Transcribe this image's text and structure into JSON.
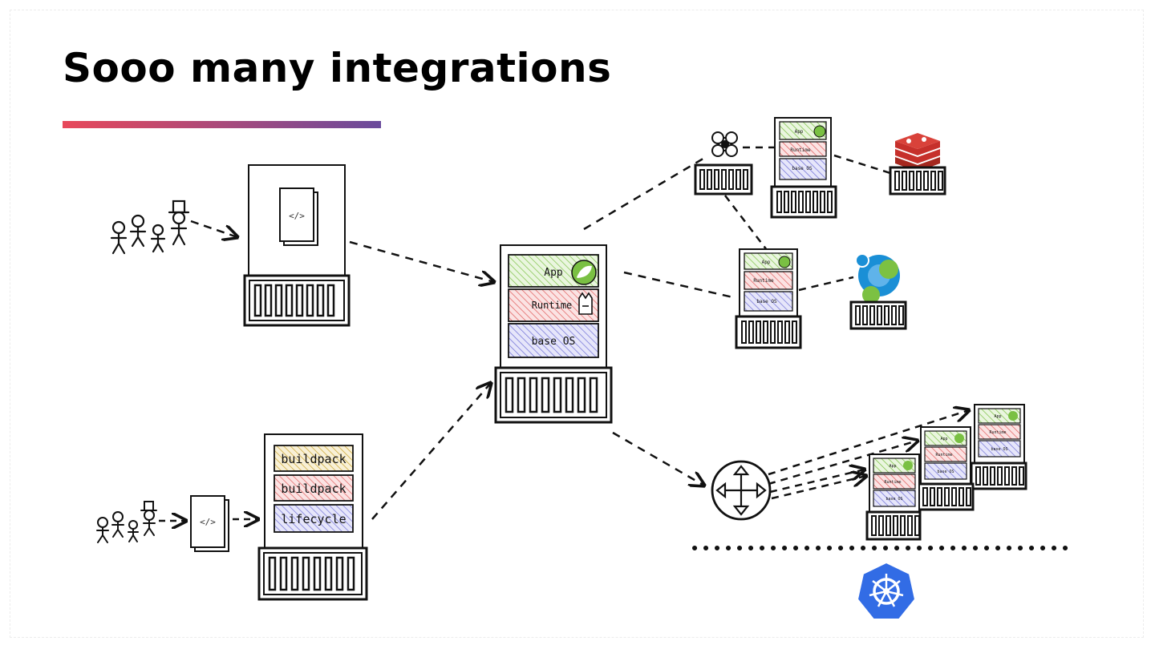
{
  "slide": {
    "title": "Sooo many integrations",
    "accent_gradient": [
      "#e8485a",
      "#6a4b9c"
    ]
  },
  "diagram": {
    "code_icon": "</>",
    "main_image_layers": [
      "App",
      "Runtime",
      "base OS"
    ],
    "builder_layers": [
      "buildpack",
      "buildpack",
      "lifecycle"
    ],
    "small_image_layers": [
      "App",
      "Runtime",
      "base OS"
    ],
    "colors": {
      "app_layer": "#7ac043",
      "runtime_layer": "#e05a5a",
      "os_layer": "#6f6fd6",
      "buildpack_layer": "#c9a227",
      "redis": "#c6302b",
      "neo4j_blue": "#1a8fd6",
      "neo4j_green": "#7cc142",
      "kubernetes": "#326ce5"
    },
    "icons": [
      "developers-icon",
      "source-code-icon",
      "container-base-icon",
      "spring-leaf-icon",
      "runtime-cat-icon",
      "service-mesh-icon",
      "redis-icon",
      "neo4j-icon",
      "router-icon",
      "kubernetes-icon"
    ]
  }
}
